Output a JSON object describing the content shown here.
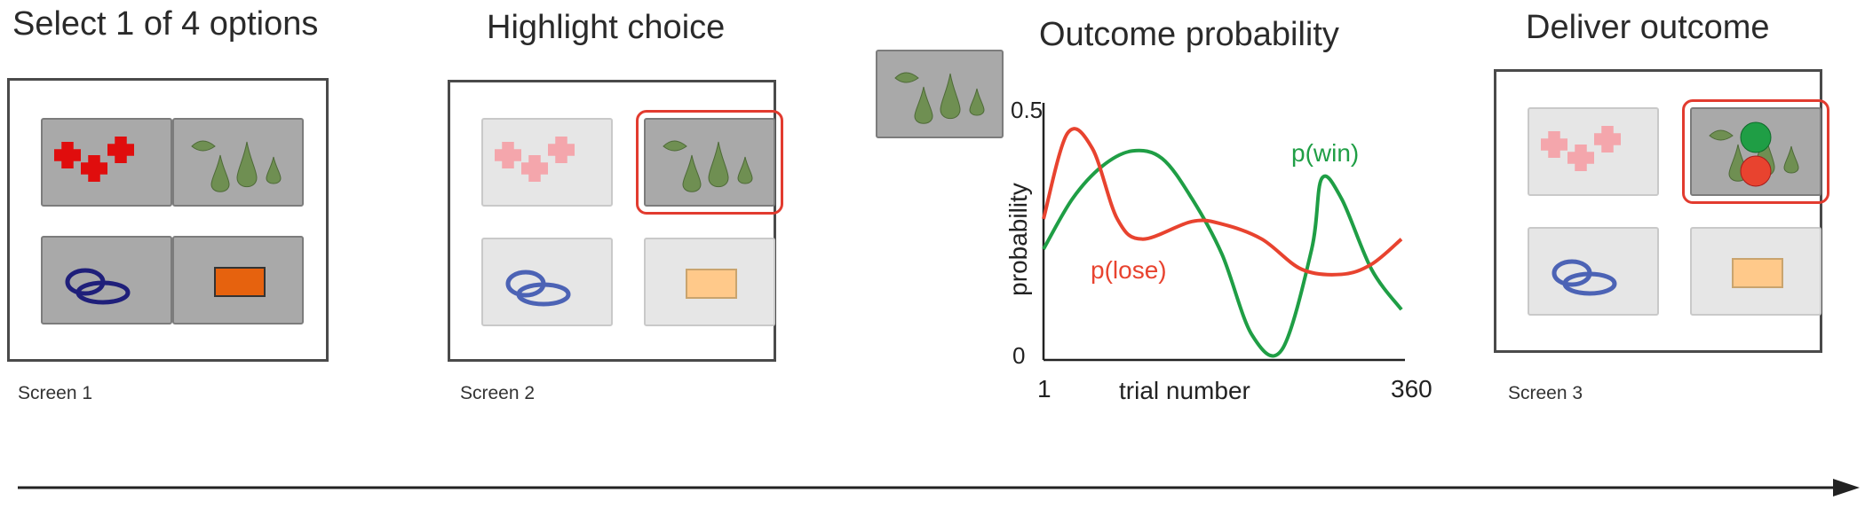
{
  "stages": [
    {
      "title": "Select 1 of 4 options",
      "screen_label": "Screen 1"
    },
    {
      "title": "Highlight choice",
      "screen_label": "Screen 2"
    },
    {
      "title": "Outcome probability"
    },
    {
      "title": "Deliver outcome",
      "screen_label": "Screen 3"
    }
  ],
  "icons": {
    "top_left": "red-crosses-icon",
    "top_right": "green-drops-icon",
    "bottom_left": "blue-ellipses-icon",
    "bottom_right": "orange-rectangle-icon"
  },
  "colors": {
    "win": "#1f9e45",
    "lose": "#e8432f",
    "highlight": "#e23b2f",
    "crosses": "#e00d0d",
    "drops": "#6f8f52",
    "ellipses": "#1f1f7a",
    "rectangle": "#e6620e"
  },
  "chart_data": {
    "type": "line",
    "xlabel": "trial number",
    "ylabel": "probability",
    "x_tick_labels": [
      "1",
      "360"
    ],
    "y_tick_labels": [
      "0",
      "0.5"
    ],
    "xlim": [
      1,
      360
    ],
    "ylim": [
      0,
      0.5
    ],
    "series": [
      {
        "name": "p(win)",
        "color": "#1f9e45",
        "x": [
          1,
          30,
          60,
          90,
          120,
          150,
          180,
          210,
          240,
          270,
          280,
          300,
          330,
          360
        ],
        "y": [
          0.22,
          0.32,
          0.385,
          0.415,
          0.4,
          0.32,
          0.21,
          0.05,
          0.02,
          0.22,
          0.36,
          0.32,
          0.18,
          0.1
        ]
      },
      {
        "name": "p(lose)",
        "color": "#e8432f",
        "x": [
          1,
          25,
          50,
          75,
          100,
          150,
          180,
          220,
          260,
          300,
          330,
          360
        ],
        "y": [
          0.28,
          0.45,
          0.42,
          0.28,
          0.24,
          0.275,
          0.27,
          0.24,
          0.18,
          0.17,
          0.19,
          0.24
        ]
      }
    ]
  }
}
